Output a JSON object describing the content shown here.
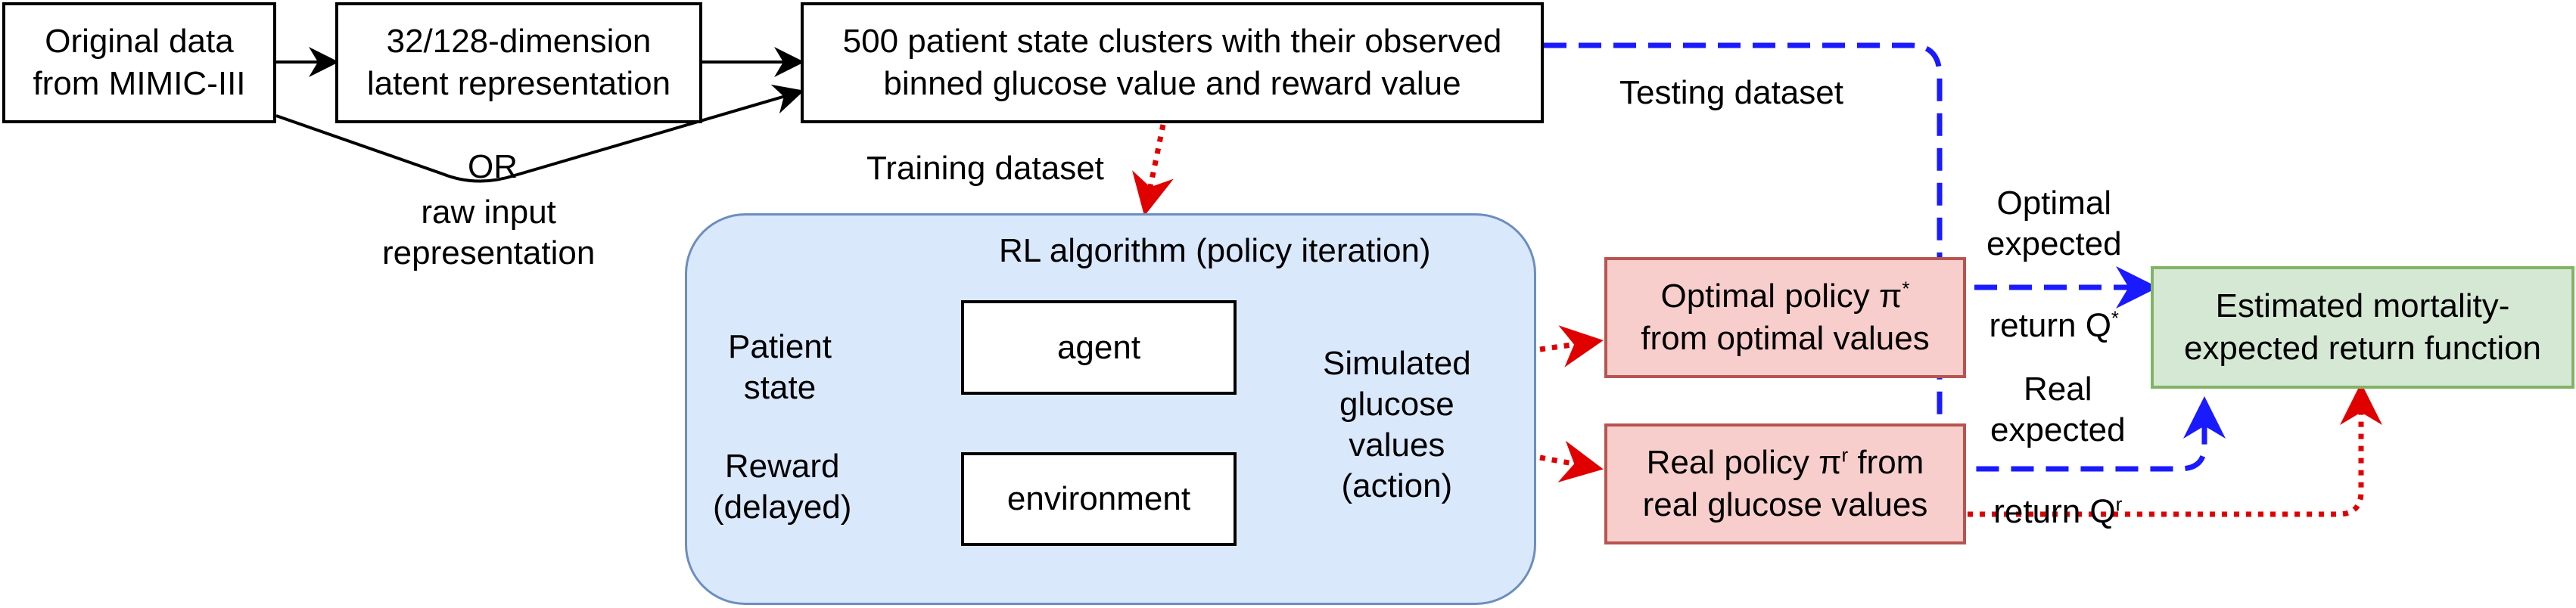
{
  "nodes": {
    "original_data": "Original data\nfrom MIMIC-III",
    "latent": "32/128-dimension\nlatent representation",
    "clusters": "500 patient state clusters with their observed\nbinned glucose value and reward value",
    "rl_title": "RL algorithm (policy iteration)",
    "agent": "agent",
    "environment": "environment",
    "optimal_policy_line1": "Optimal policy π",
    "optimal_policy_sup": "*",
    "optimal_policy_line2": "from optimal values",
    "real_policy_line1a": "Real policy π",
    "real_policy_sup": "r",
    "real_policy_line1b": " from",
    "real_policy_line2": "real glucose values",
    "estimated": "Estimated mortality-\nexpected return function"
  },
  "labels": {
    "or": "OR",
    "raw_input": "raw input\nrepresentation",
    "training": "Training dataset",
    "testing": "Testing dataset",
    "patient_state": "Patient\nstate",
    "reward": "Reward\n(delayed)",
    "simulated": "Simulated\nglucose\nvalues\n(action)",
    "optimal_return_1": "Optimal\nexpected",
    "optimal_return_2": "return Q",
    "optimal_return_sup": "*",
    "real_return_1": "Real\nexpected",
    "real_return_2": "return Q",
    "real_return_sup": "r"
  },
  "colors": {
    "training_arrow": "#e00000",
    "testing_arrow": "#1a1aff",
    "rl_fill": "#dae8fc",
    "policy_fill": "#f8cecc",
    "estimated_fill": "#d5e8d4"
  }
}
